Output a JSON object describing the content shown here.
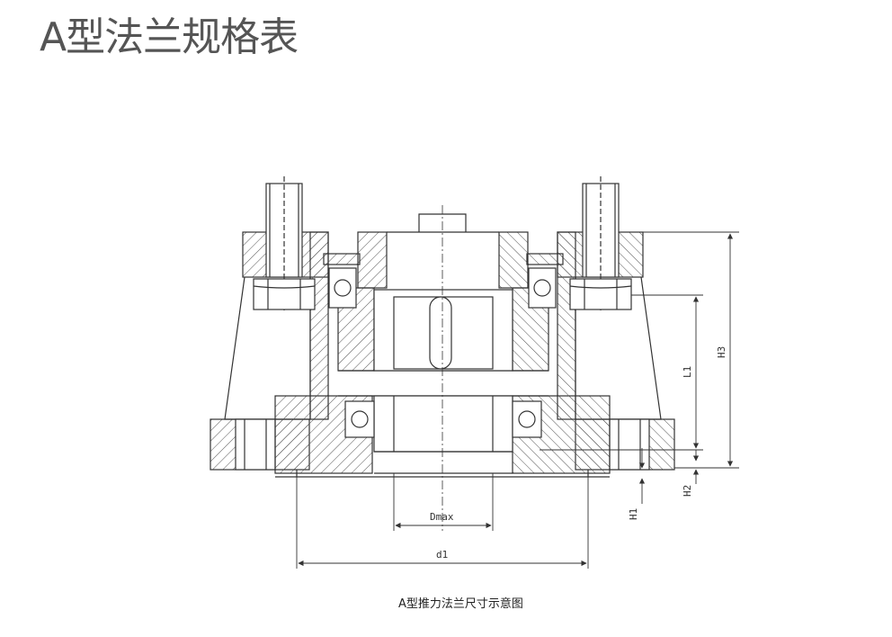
{
  "page": {
    "title": "A型法兰规格表"
  },
  "drawing": {
    "caption": "A型推力法兰尺寸示意图",
    "labels": {
      "dmax": "Dmax",
      "d1": "d1",
      "l1": "L1",
      "h1": "H1",
      "h2": "H2",
      "h3": "H3"
    },
    "colors": {
      "line": "#333333",
      "hatch": "#555555",
      "background": "#ffffff"
    }
  }
}
